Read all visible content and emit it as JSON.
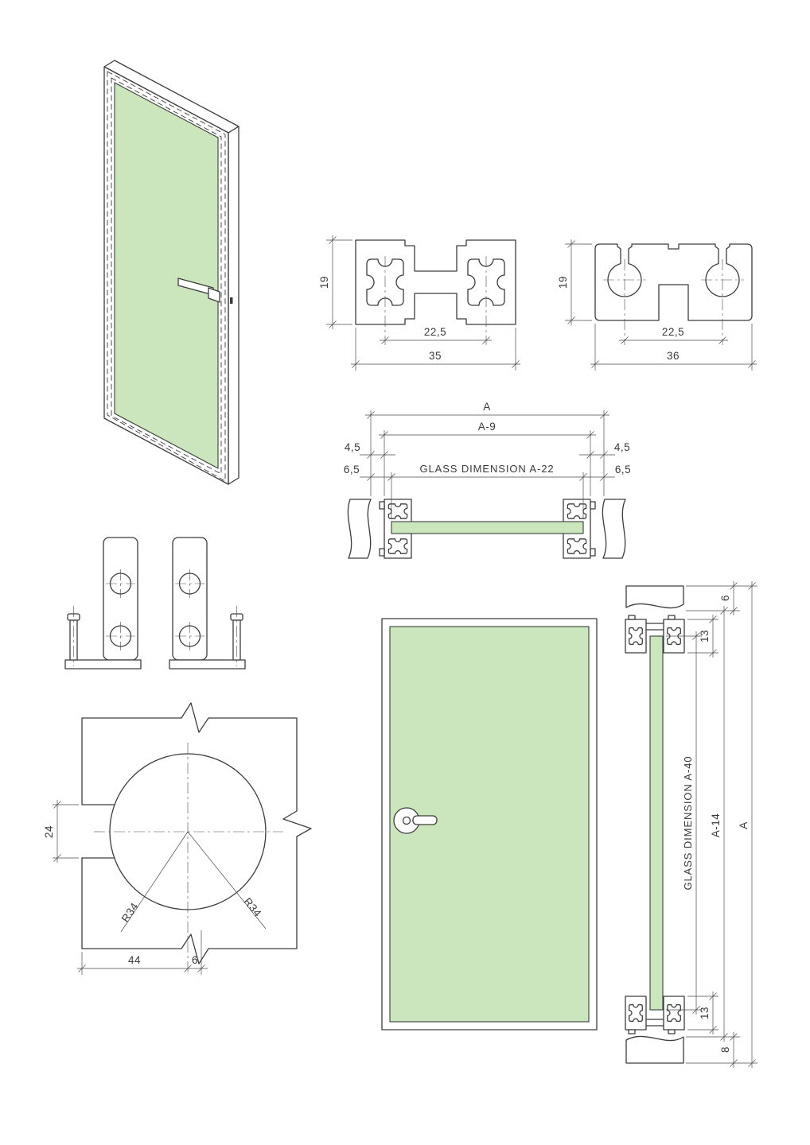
{
  "colors": {
    "glass": "#cbe5bd",
    "line": "#3c3c3c"
  },
  "views": {
    "profile_35": {
      "height": "19",
      "centers": "22,5",
      "width": "35"
    },
    "profile_36": {
      "height": "19",
      "centers": "22,5",
      "width": "36"
    },
    "horizontal_section": {
      "overall": "A",
      "frame": "A-9",
      "offset_left": "4,5",
      "offset_right": "4,5",
      "glass_offset_left": "6,5",
      "glass_offset_right": "6,5",
      "glass_label": "GLASS DIMENSION A-22"
    },
    "hole_detail": {
      "slot_height": "24",
      "radius_left": "R34",
      "radius_right": "R34",
      "center_offset": "44",
      "edge_offset": "6"
    },
    "vertical_section": {
      "top_gap": "6",
      "top_frame": "13",
      "glass_label": "GLASS DIMENSION A-40",
      "inner": "A-14",
      "overall": "A",
      "bottom_frame": "13",
      "bottom_gap": "8"
    }
  }
}
